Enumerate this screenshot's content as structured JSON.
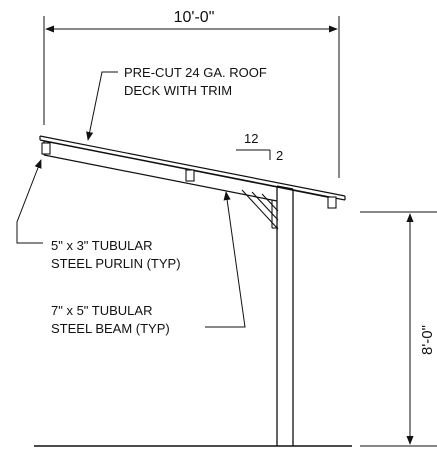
{
  "dimensions": {
    "width": "10'-0\"",
    "height": "8'-0\""
  },
  "slope": {
    "rise": "12",
    "run": "2"
  },
  "callouts": {
    "roof_deck": [
      "PRE-CUT 24 GA. ROOF",
      "DECK WITH TRIM"
    ],
    "purlin": [
      "5\" x 3\" TUBULAR",
      "STEEL PURLIN (TYP)"
    ],
    "beam": [
      "7\" x 5\" TUBULAR",
      "STEEL BEAM (TYP)"
    ]
  }
}
